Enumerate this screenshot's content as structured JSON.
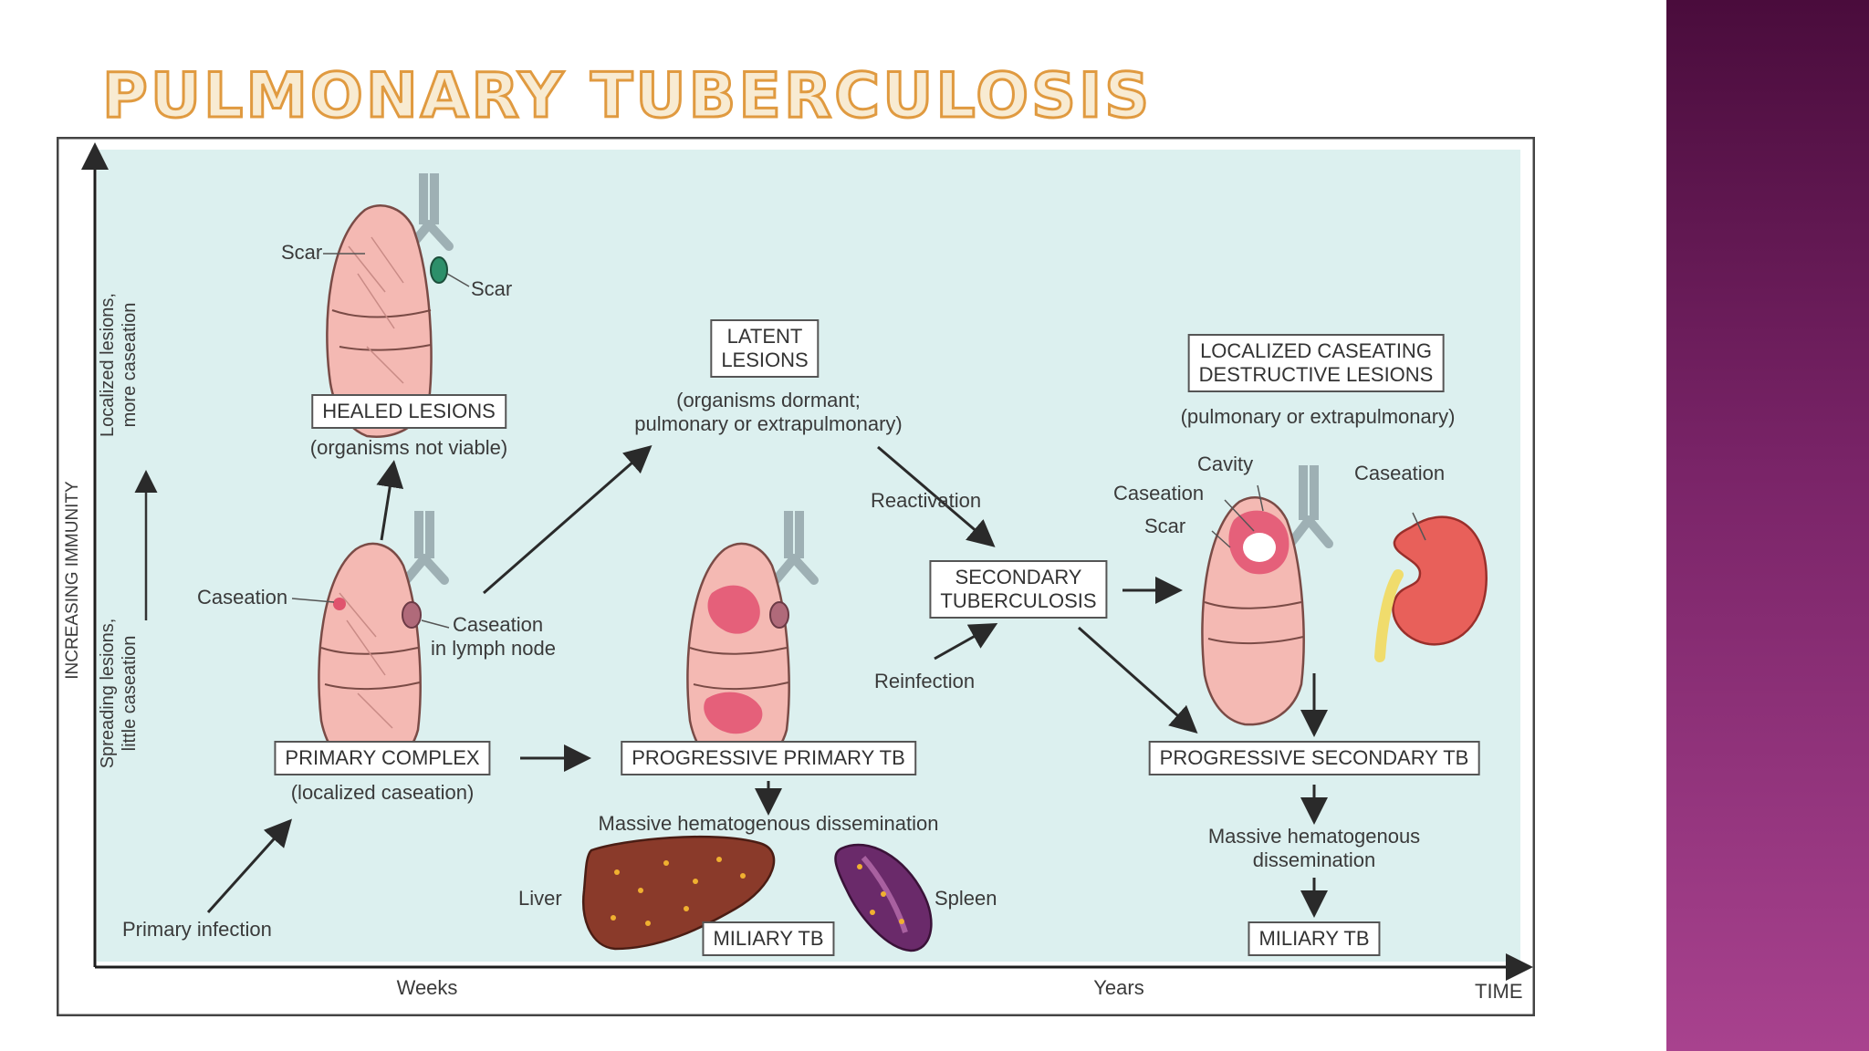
{
  "slide": {
    "title": "PULMONARY TUBERCULOSIS",
    "colors": {
      "side_band_top": "#4a0c3c",
      "side_band_bottom": "#a8428e",
      "title_fill": "#f8ebd2",
      "title_outline": "#e09a40",
      "diagram_bg": "#dcf0ef"
    }
  },
  "diagram": {
    "y_axis": {
      "title": "INCREASING IMMUNITY",
      "upper_band": [
        "Localized lesions,",
        "more caseation"
      ],
      "lower_band": [
        "Spreading lesions,",
        "little caseation"
      ]
    },
    "x_axis": {
      "weeks": "Weeks",
      "years": "Years",
      "time": "TIME"
    },
    "primary_infection": "Primary infection",
    "healed": {
      "box": "HEALED LESIONS",
      "note": "(organisms not viable)",
      "scar_left": "Scar",
      "scar_right": "Scar"
    },
    "primary": {
      "box": "PRIMARY COMPLEX",
      "note": "(localized caseation)",
      "caseation": "Caseation",
      "node_line1": "Caseation",
      "node_line2": "in lymph node"
    },
    "latent": {
      "box_line1": "LATENT",
      "box_line2": "LESIONS",
      "note_line1": "(organisms dormant;",
      "note_line2": "pulmonary or extrapulmonary)"
    },
    "progressive_primary": {
      "box": "PROGRESSIVE PRIMARY TB",
      "dissemination": "Massive hematogenous dissemination",
      "liver": "Liver",
      "spleen": "Spleen",
      "miliary": "MILIARY TB"
    },
    "secondary": {
      "reactivation": "Reactivation",
      "reinfection": "Reinfection",
      "box_line1": "SECONDARY",
      "box_line2": "TUBERCULOSIS"
    },
    "localized": {
      "box_line1": "LOCALIZED CASEATING",
      "box_line2": "DESTRUCTIVE LESIONS",
      "note": "(pulmonary or extrapulmonary)",
      "cavity": "Cavity",
      "caseation": "Caseation",
      "scar": "Scar",
      "kidney_caseation": "Caseation"
    },
    "progressive_secondary": {
      "box": "PROGRESSIVE SECONDARY TB",
      "dissemination_line1": "Massive hematogenous",
      "dissemination_line2": "dissemination",
      "miliary": "MILIARY TB"
    }
  }
}
